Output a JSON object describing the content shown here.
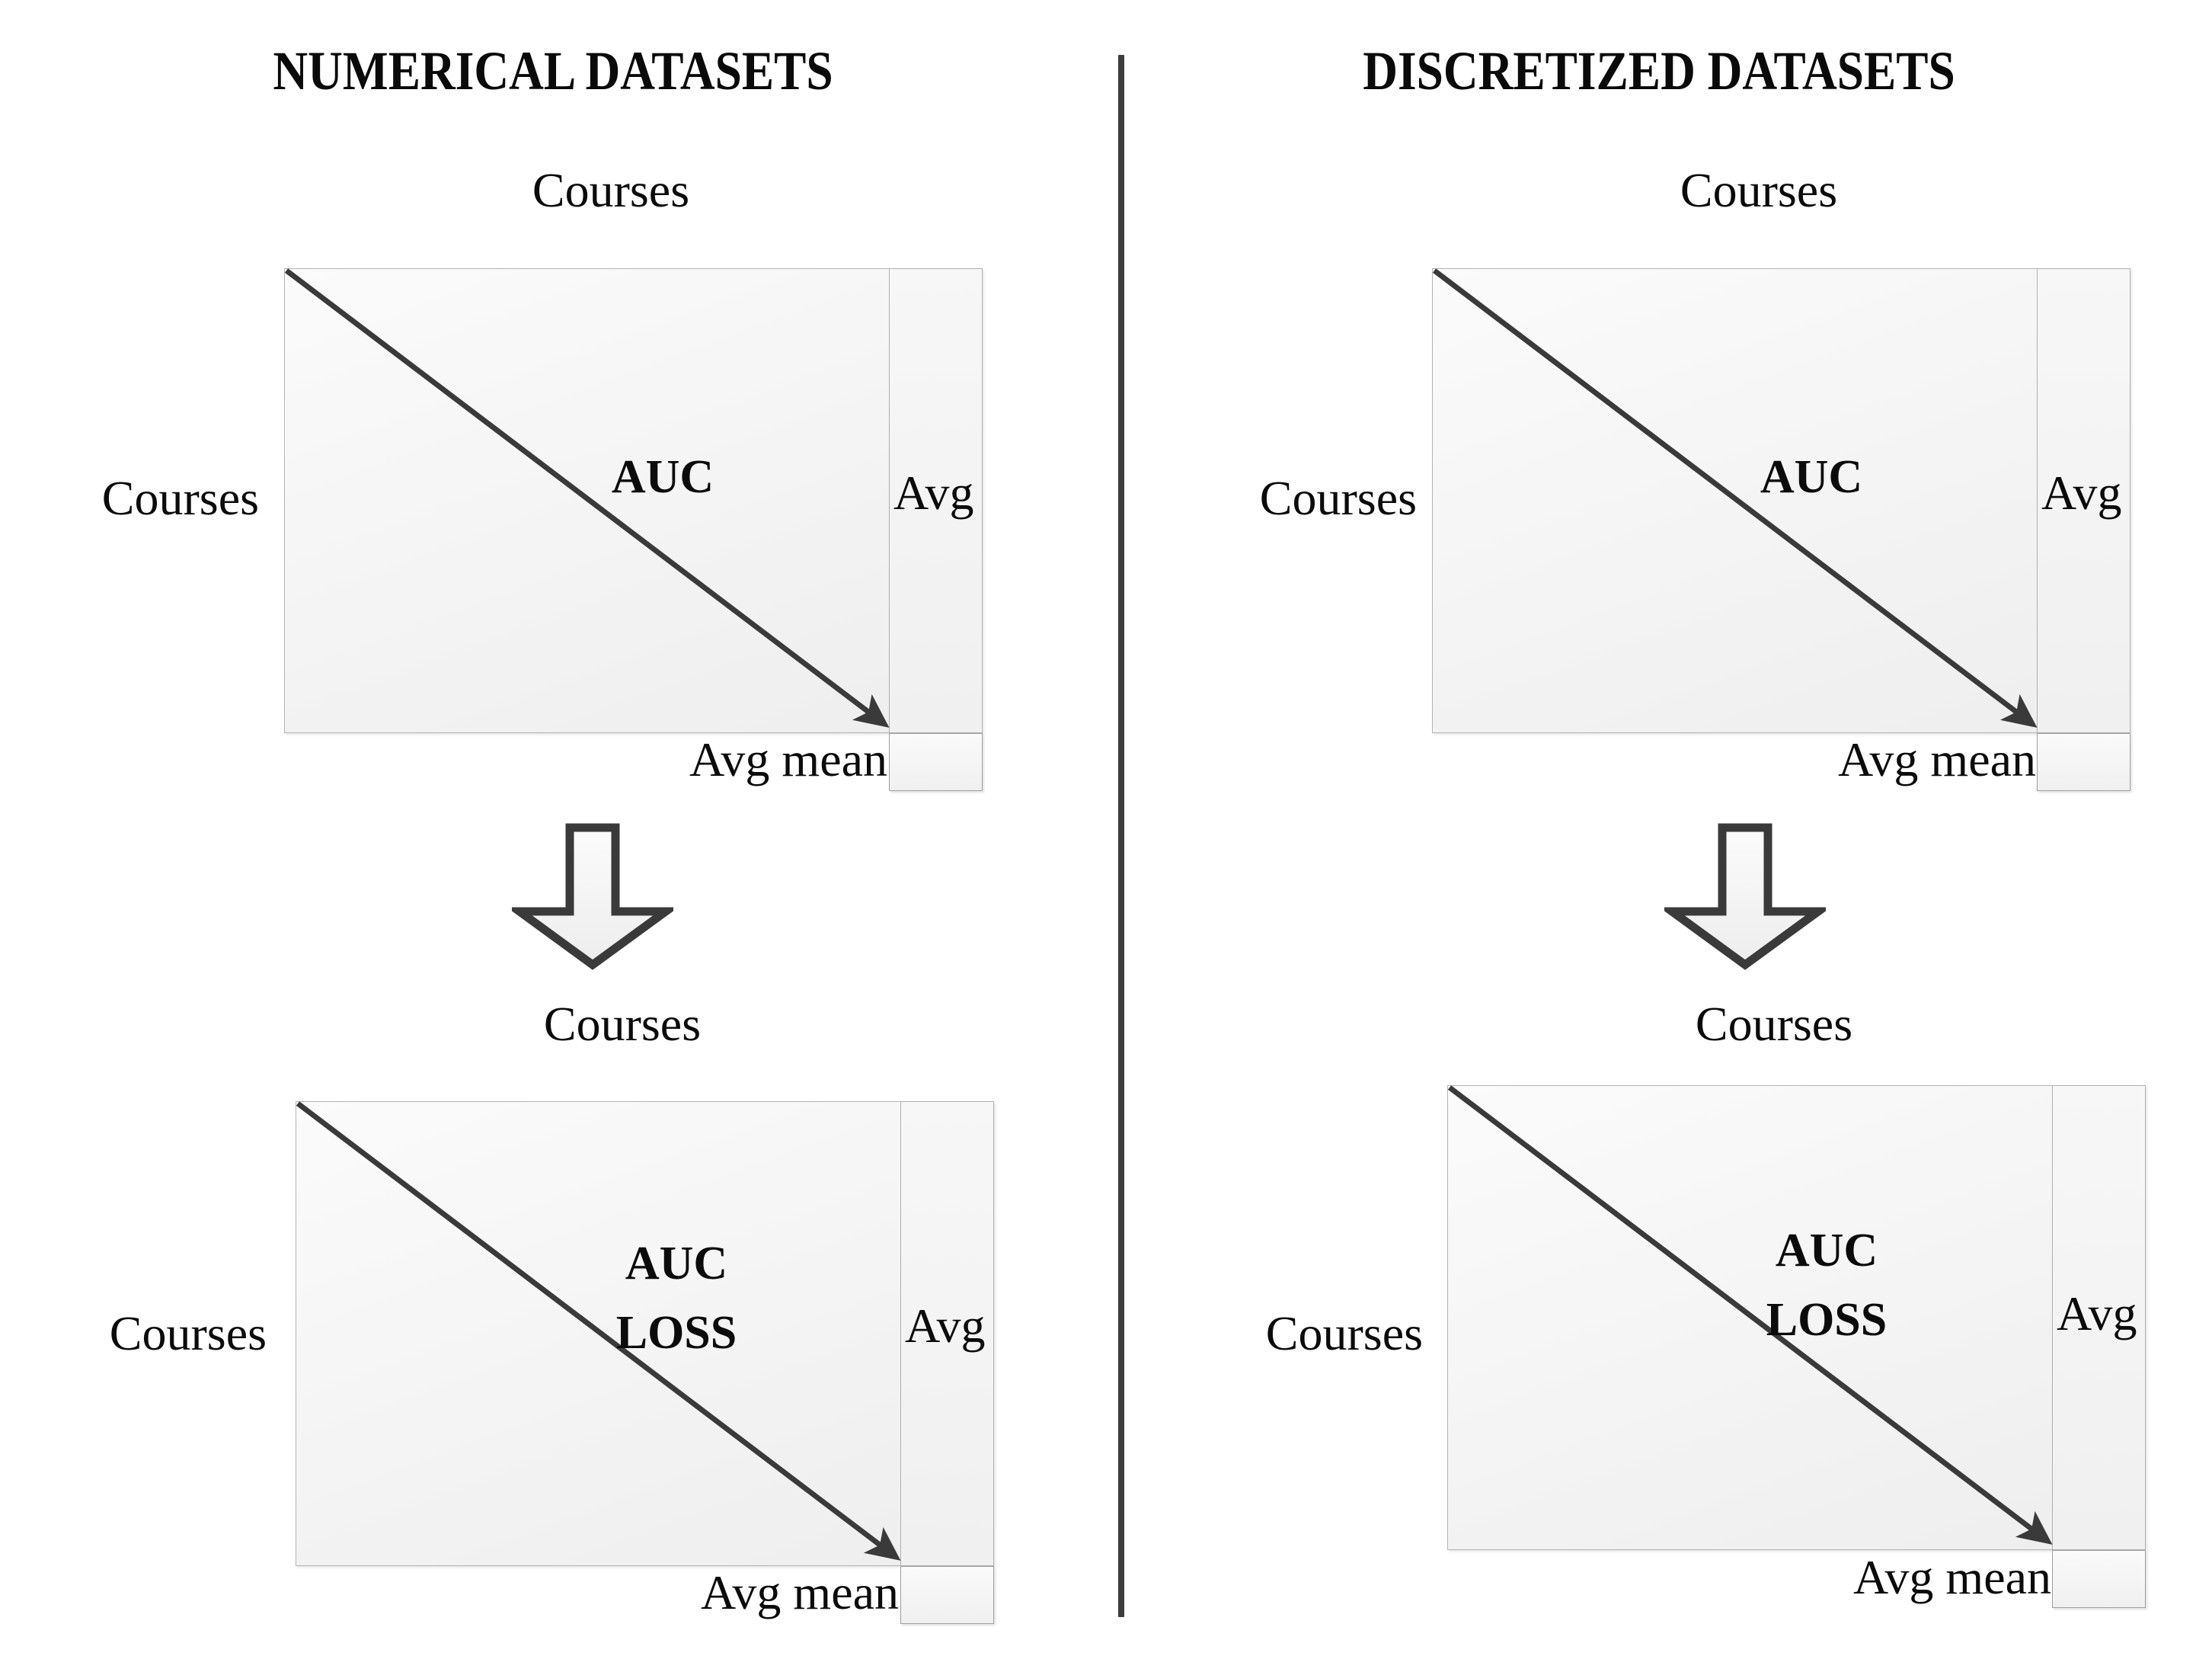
{
  "figure": {
    "type": "diagram",
    "description": "Two-column comparison diagram of course-by-course AUC matrices with average row/column, transformed via a down arrow into AUC LOSS matrices."
  },
  "panels": [
    {
      "id": "numerical",
      "title": "NUMERICAL DATASETS",
      "matrices": [
        {
          "id": "numerical-auc",
          "top_label": "Courses",
          "left_label": "Courses",
          "center_label_lines": [
            "AUC"
          ],
          "avg_column_label": "Avg",
          "avg_mean_label": "Avg mean",
          "diagonal_arrow": "top-left-to-bottom-right"
        },
        {
          "id": "numerical-auc-loss",
          "top_label": "Courses",
          "left_label": "Courses",
          "center_label_lines": [
            "AUC",
            "LOSS"
          ],
          "avg_column_label": "Avg",
          "avg_mean_label": "Avg mean",
          "diagonal_arrow": "top-left-to-bottom-right"
        }
      ],
      "transform_arrow": "down-block-arrow"
    },
    {
      "id": "discretized",
      "title": "DISCRETIZED DATASETS",
      "matrices": [
        {
          "id": "discretized-auc",
          "top_label": "Courses",
          "left_label": "Courses",
          "center_label_lines": [
            "AUC"
          ],
          "avg_column_label": "Avg",
          "avg_mean_label": "Avg mean",
          "diagonal_arrow": "top-left-to-bottom-right"
        },
        {
          "id": "discretized-auc-loss",
          "top_label": "Courses",
          "left_label": "Courses",
          "center_label_lines": [
            "AUC",
            "LOSS"
          ],
          "avg_column_label": "Avg",
          "avg_mean_label": "Avg mean",
          "diagonal_arrow": "top-left-to-bottom-right"
        }
      ],
      "transform_arrow": "down-block-arrow"
    }
  ],
  "colors": {
    "text": "#0b0b0b",
    "divider": "#3d3d3d",
    "matrix_border": "#b4b4b4",
    "matrix_fill_light": "#fbfbfb",
    "matrix_fill_dark": "#eeeeee",
    "arrow_stroke": "#3a3a3a",
    "block_arrow_outline": "#3a3a3a",
    "block_arrow_fill": "#f2f2f2"
  }
}
